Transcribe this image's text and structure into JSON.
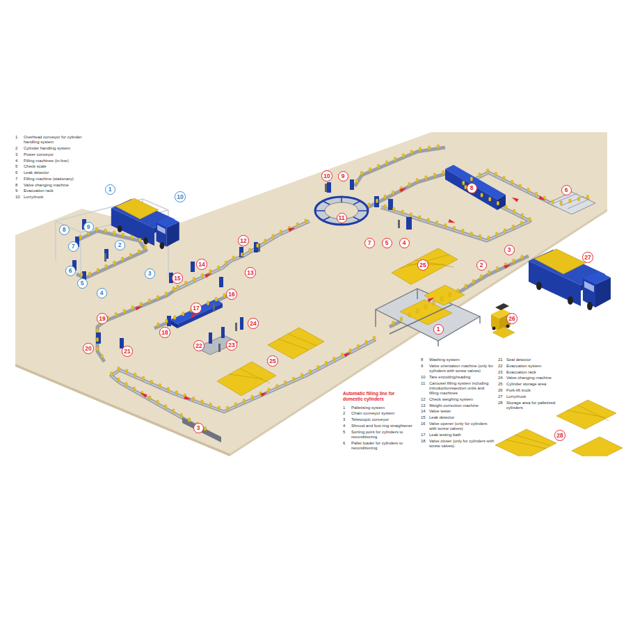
{
  "diagram": {
    "nodes": [
      {
        "text": [
          "10"
        ]
      },
      {
        "text": [
          "9"
        ]
      },
      {
        "text": [
          "8"
        ]
      },
      {
        "text": [
          "1"
        ]
      },
      {
        "text": [
          "6"
        ]
      },
      {
        "text": [
          "10"
        ]
      },
      {
        "text": [
          "11"
        ]
      },
      {
        "text": [
          "9"
        ]
      },
      {
        "text": [
          "8"
        ]
      },
      {
        "text": [
          "12"
        ]
      },
      {
        "text": [
          "7"
        ]
      },
      {
        "text": [
          "5"
        ]
      },
      {
        "text": [
          "4"
        ]
      },
      {
        "text": [
          "2"
        ]
      },
      {
        "text": [
          "7"
        ]
      },
      {
        "text": [
          "3"
        ]
      },
      {
        "text": [
          "27"
        ]
      },
      {
        "text": [
          "2"
        ]
      },
      {
        "text": [
          "25"
        ]
      },
      {
        "text": [
          "14"
        ]
      },
      {
        "text": [
          "6"
        ]
      },
      {
        "text": [
          "13"
        ]
      },
      {
        "text": [
          "3"
        ]
      },
      {
        "text": [
          "15"
        ]
      },
      {
        "text": [
          "5"
        ]
      },
      {
        "text": [
          "4"
        ]
      },
      {
        "text": [
          "16"
        ]
      },
      {
        "text": [
          "17"
        ]
      },
      {
        "text": [
          "19"
        ]
      },
      {
        "text": [
          "26"
        ]
      },
      {
        "text": [
          "24"
        ]
      },
      {
        "text": [
          "1"
        ]
      },
      {
        "text": [
          "18"
        ]
      },
      {
        "text": [
          "23"
        ]
      },
      {
        "text": [
          "22"
        ]
      },
      {
        "text": [
          "20"
        ]
      },
      {
        "text": [
          "21"
        ]
      },
      {
        "text": [
          "25"
        ]
      },
      {
        "text": [
          "3"
        ]
      },
      {
        "text": [
          "28"
        ]
      }
    ],
    "labels": [
      "1",
      "Overhead conveyor for cylinder handling system",
      "2",
      "Cylinder handling system",
      "3",
      "Power conveyor",
      "4",
      "Filling machines (in-line)",
      "5",
      "Check scale",
      "6",
      "Leak detector",
      "7",
      "Filling machine (stationary)",
      "8",
      "Valve changing machine",
      "9",
      "Evacuation rack",
      "10",
      "Lorry/truck",
      "Automatic filling line for domestic cylinders",
      "1",
      "Palletising system",
      "2",
      "Chain conveyor system",
      "3",
      "Telescopic conveyor",
      "4",
      "Shroud and foot ring straightener",
      "5",
      "Sorting point for cylinders to reconditioning",
      "6",
      "Pallet loader for cylinders to reconditioning",
      "8",
      "Washing system",
      "9",
      "Valve orientation machine (only for cylinders with screw valves)",
      "10",
      "Tare encoding/reading",
      "11",
      "Carousel filling system including introduction/ejection units and filling machines",
      "12",
      "Check weighing system",
      "13",
      "Weight correction machine",
      "14",
      "Valve tester",
      "15",
      "Leak detector",
      "16",
      "Valve opener (only for cylinders with screw valves)",
      "17",
      "Leak testing bath",
      "18",
      "Valve closer (only for cylinders with screw valves)",
      "21",
      "Seal detector",
      "22",
      "Evacuation system",
      "23",
      "Evacuation rack",
      "24",
      "Valve changing machine",
      "25",
      "Cylinder storage area",
      "26",
      "Fork-lift truck",
      "27",
      "Lorry/truck",
      "28",
      "Storage area for palletized cylinders"
    ]
  }
}
